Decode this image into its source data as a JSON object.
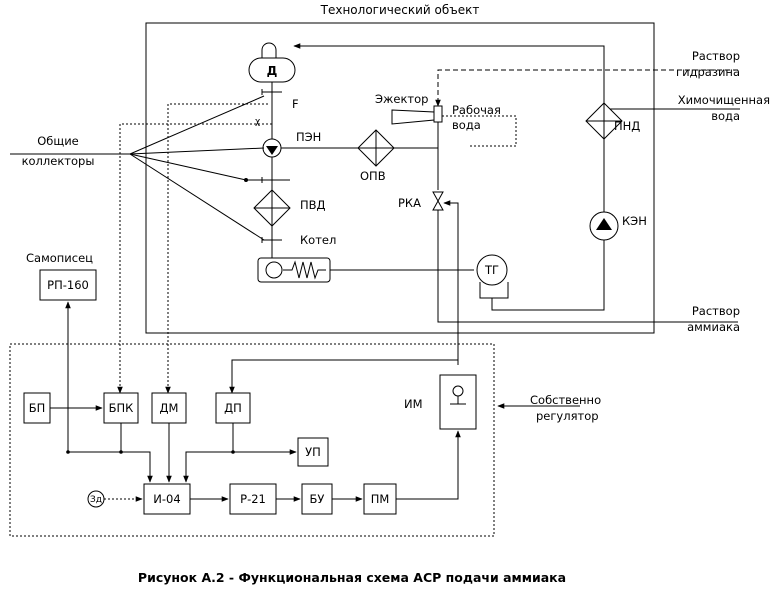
{
  "title": "Технологический объект",
  "caption": "Рисунок А.2  - Функциональная схема АСР подачи аммиака",
  "equipment": {
    "deaerator": "Д",
    "flow": "F",
    "pump_pen": "ПЭН",
    "opv": "ОПВ",
    "ejector": "Эжектор",
    "pvd": "ПВД",
    "boiler": "Котел",
    "rka": "РКА",
    "pnd": "ПНД",
    "ken": "КЭН",
    "tg": "ТГ"
  },
  "labels": {
    "working_water_1": "Рабочая",
    "working_water_2": "вода",
    "hydrazine_1": "Раствор",
    "hydrazine_2": "гидразина",
    "chem_water_1": "Химочищенная",
    "chem_water_2": "вода",
    "ammonia_1": "Раствор",
    "ammonia_2": "аммиака",
    "collectors_1": "Общие",
    "collectors_2": "коллекторы",
    "recorder": "Самописец",
    "regulator_1": "Собственно",
    "regulator_2": "регулятор"
  },
  "blocks": {
    "rp160": "РП-160",
    "bp": "БП",
    "bpk": "БПК",
    "dm": "ДМ",
    "dp": "ДП",
    "up": "УП",
    "zd": "Зд",
    "i04": "И-04",
    "r21": "Р-21",
    "bu": "БУ",
    "pm": "ПМ",
    "im": "ИМ"
  }
}
